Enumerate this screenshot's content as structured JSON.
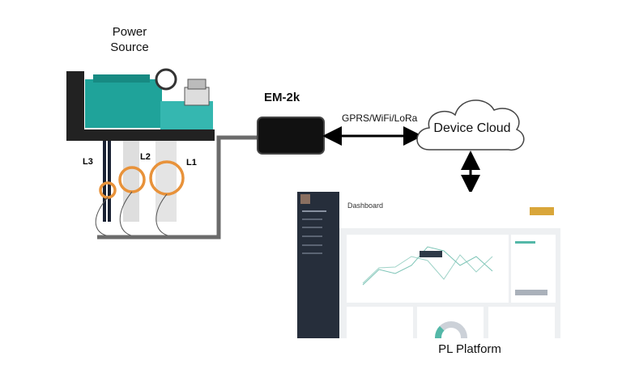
{
  "power_source": {
    "label_line1": "Power",
    "label_line2": "Source",
    "phases": [
      "L3",
      "L2",
      "L1"
    ]
  },
  "device": {
    "label": "EM-2k"
  },
  "link": {
    "label": "GPRS/WiFi/LoRa"
  },
  "cloud": {
    "label": "Device Cloud"
  },
  "platform": {
    "label": "PL Platform",
    "dashboard_title": "Dashboard"
  },
  "colors": {
    "generator": "#1fa39a",
    "ct_ring": "#e8923a",
    "cable": "#6b6b6b",
    "sidebar": "#262e3b",
    "accent": "#54b8a8",
    "button": "#d9a63a"
  }
}
